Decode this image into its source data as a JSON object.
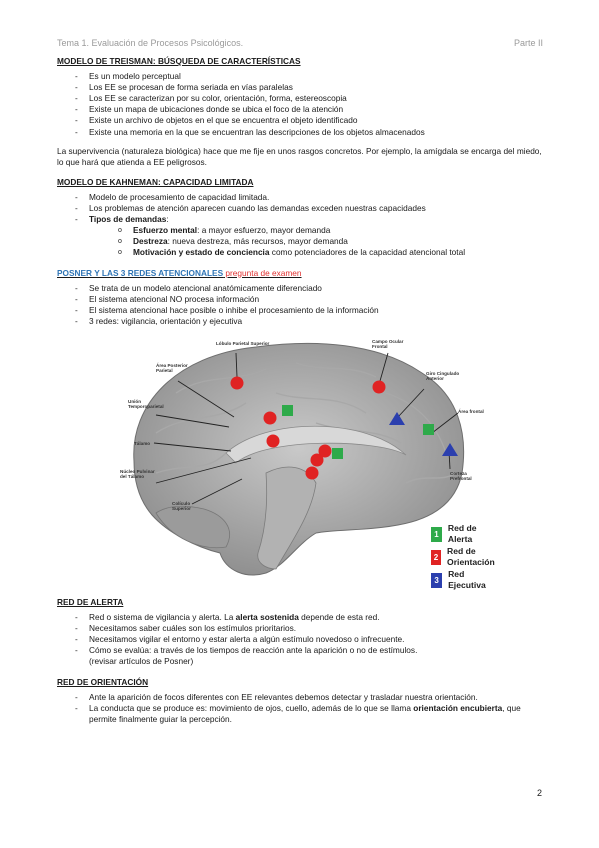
{
  "header": {
    "left": "Tema 1. Evaluación de Procesos Psicológicos.",
    "right": "Parte II"
  },
  "treisman": {
    "title": "MODELO DE TREISMAN: BÚSQUEDA DE CARACTERÍSTICAS",
    "items": [
      "Es un modelo perceptual",
      "Los EE se procesan de forma seriada en vías paralelas",
      "Los EE se caracterizan por su color, orientación, forma, estereoscopia",
      "Existe un mapa de ubicaciones donde se ubica el foco de la atención",
      "Existe un archivo de objetos en el que se encuentra el objeto identificado",
      "Existe una memoria en la que se encuentran las descripciones de los objetos almacenados"
    ],
    "paragraph": "La supervivencia (naturaleza biológica) hace que me fije en unos rasgos concretos. Por ejemplo, la amígdala se encarga del miedo, lo que hará que atienda a EE peligrosos."
  },
  "kahneman": {
    "title": "MODELO DE KAHNEMAN: CAPACIDAD LIMITADA",
    "items": [
      "Modelo de procesamiento de capacidad limitada.",
      "Los problemas de atención aparecen cuando las demandas exceden nuestras capacidades"
    ],
    "types_label": "Tipos de demandas",
    "types_colon": ":",
    "subitems": [
      {
        "bold": "Esfuerzo mental",
        "rest": ": a mayor esfuerzo, mayor demanda"
      },
      {
        "bold": "Destreza",
        "rest": ": nueva destreza, más recursos, mayor demanda"
      },
      {
        "bold": "Motivación y estado de conciencia",
        "rest": " como potenciadores de la capacidad atencional total"
      }
    ]
  },
  "posner": {
    "title": "POSNER Y LAS 3 REDES ATENCIONALES",
    "note": " pregunta de examen",
    "items": [
      "Se trata de un modelo atencional anatómicamente diferenciado",
      "El sistema atencional NO procesa información",
      "El sistema atencional hace posible o inhibe el procesamiento de la información",
      "3 redes: vigilancia, orientación y ejecutiva"
    ]
  },
  "figure": {
    "labels": {
      "lobulo": "Lóbulo Parietal Superior",
      "area_posterior": "Área Posterior Parietal",
      "union": "Unión Temporoparietal",
      "talamo": "Tálamo",
      "nucleo": "Núcleo Pulvinar del Tálamo",
      "coliculo": "Colículo Superior",
      "campo": "Campo Ocular Frontal",
      "giro": "Giro Cingulado Anterior",
      "area_frontal": "Área frontal",
      "corteza": "Corteza Prefrontal"
    },
    "legend": [
      {
        "num": "1",
        "label": "Red de Alerta",
        "color": "#2eaa4a"
      },
      {
        "num": "2",
        "label": "Red de Orientación",
        "color": "#e02323"
      },
      {
        "num": "3",
        "label": "Red Ejecutiva",
        "color": "#2b3fae"
      }
    ]
  },
  "alerta": {
    "title": "RED DE ALERTA",
    "item1": {
      "pre": "Red o sistema de vigilancia y alerta. La ",
      "bold": "alerta sostenida",
      "post": " depende de esta red."
    },
    "items": [
      "Necesitamos saber cuáles son los estímulos prioritarios.",
      "Necesitamos vigilar el entorno y estar alerta a algún estímulo novedoso o infrecuente."
    ],
    "item4": "Cómo se evalúa: a través de los tiempos de reacción ante la aparición o no de estímulos.",
    "item4b": "(revisar artículos de Posner)"
  },
  "orientacion": {
    "title": "RED DE ORIENTACIÓN",
    "item1": "Ante la aparición de focos diferentes con EE relevantes debemos detectar y trasladar nuestra orientación.",
    "item2": {
      "pre": "La conducta que se produce es: movimiento de ojos, cuello, además de lo que se llama ",
      "bold": "orientación encubierta",
      "post": ", que permite finalmente guiar la percepción."
    }
  },
  "page_number": "2"
}
